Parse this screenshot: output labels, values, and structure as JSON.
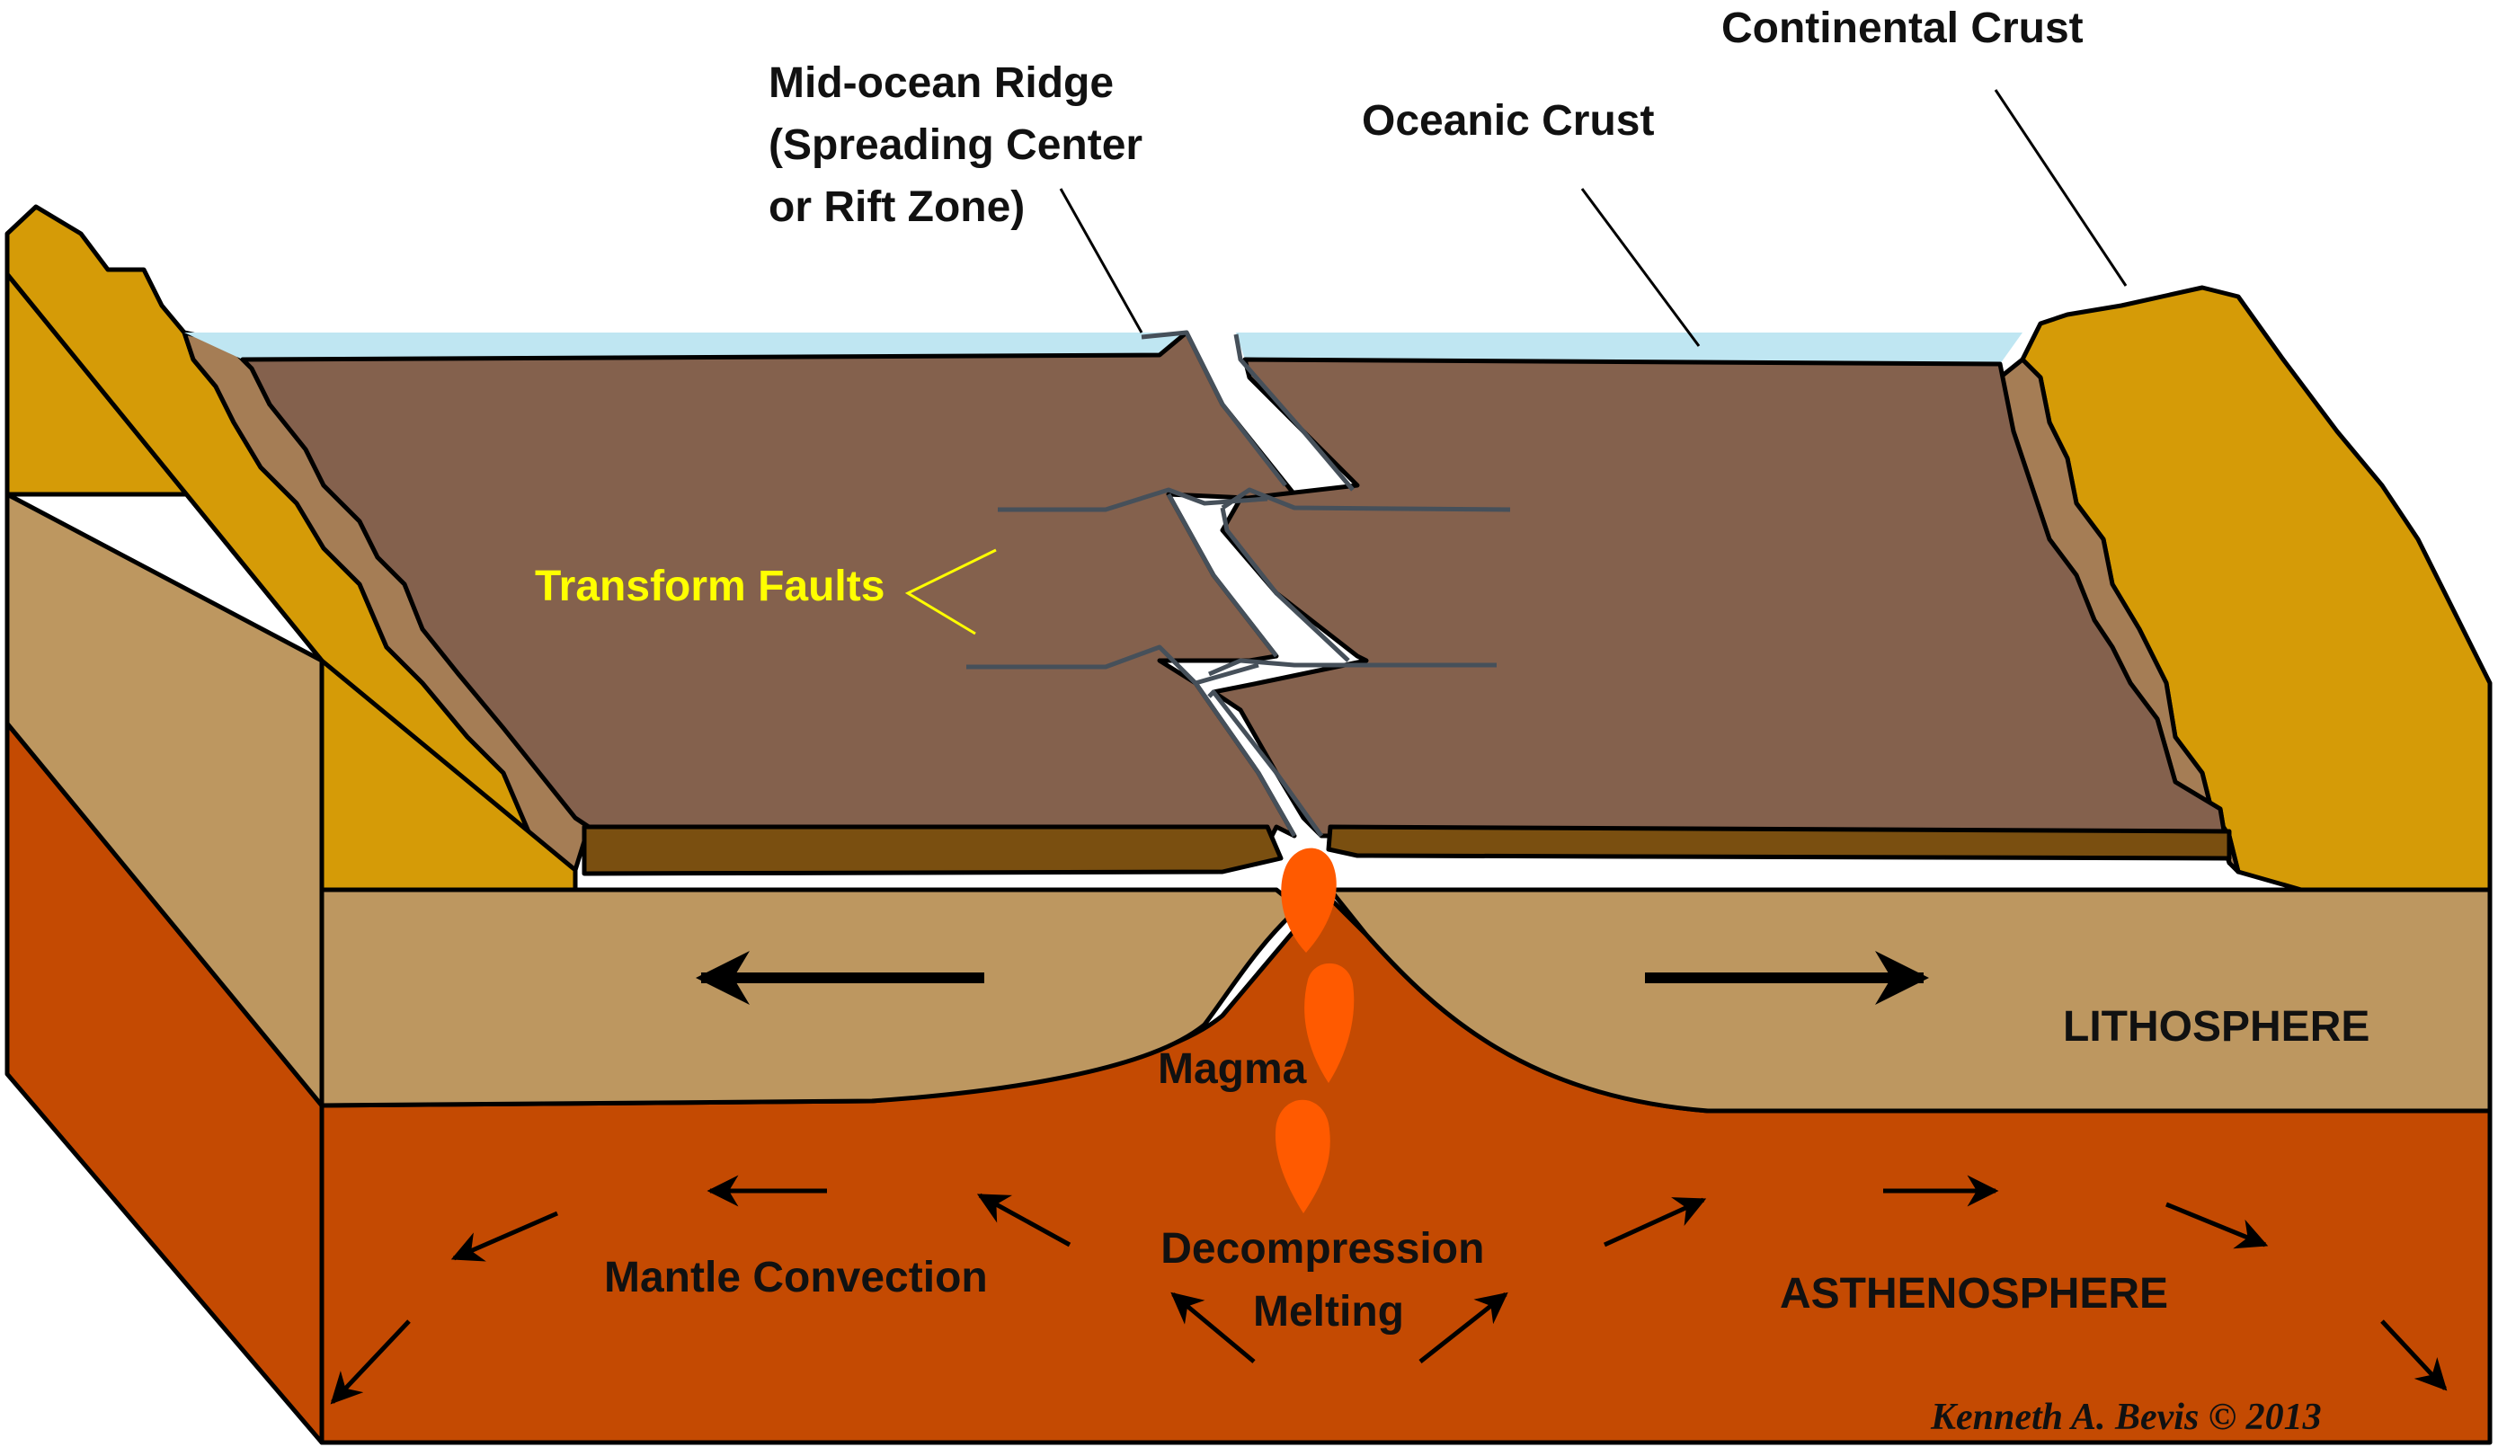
{
  "labels": {
    "mid_ocean_ridge": [
      "Mid-ocean Ridge",
      "(Spreading Center",
      "or Rift Zone)"
    ],
    "oceanic_crust": "Oceanic Crust",
    "continental_crust": "Continental Crust",
    "transform_faults": "Transform Faults",
    "lithosphere": "LITHOSPHERE",
    "magma": "Magma",
    "decompression_melting": [
      "Decompression",
      "Melting"
    ],
    "mantle_convection": "Mantle Convection",
    "asthenosphere": "ASTHENOSPHERE",
    "credit": "Kenneth A. Bevis © 2013"
  },
  "colors": {
    "ocean_water": "#bfe6f2",
    "oceanic_crust": "#84614d",
    "crust_base": "#7a4f10",
    "continental_crust": "#d59b07",
    "continental_slope": "#a57d55",
    "lithosphere": "#bd9760",
    "asthenosphere": "#c44a02",
    "magma": "#ff5a00",
    "fault_line": "#46505a",
    "transform_label": "#ffff00"
  }
}
